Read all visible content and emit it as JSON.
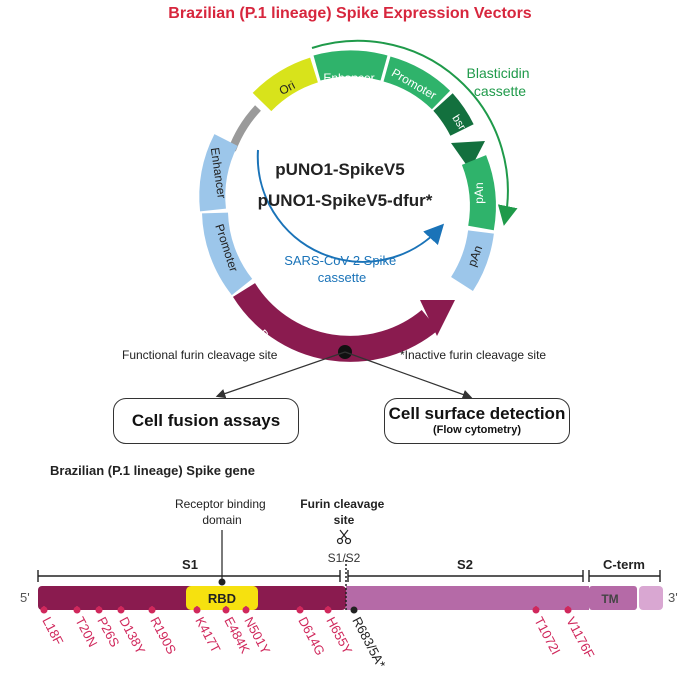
{
  "title": "Brazilian (P.1 lineage) Spike Expression Vectors",
  "colors": {
    "title": "#d7263d",
    "spike_gene": "#8a1b4f",
    "spike_s2": "#b56aa7",
    "rbd": "#f6e10f",
    "ori": "#d8e31b",
    "green_mid": "#2fb36b",
    "green_dark": "#13703e",
    "blue_segment": "#9cc6ea",
    "blue_arrow": "#1a73b8",
    "green_arrow": "#1f9a4a",
    "mutation": "#d0285c",
    "backbone": "#9a9a9a"
  },
  "plasmid": {
    "names": [
      "pUNO1-SpikeV5",
      "pUNO1-SpikeV5-dfur*"
    ],
    "segments": [
      "Ori",
      "Enhancer",
      "Promoter",
      "bsr",
      "pAn",
      "pAn",
      "Brazilian (P.1 lineage) Spike gene",
      "Promoter",
      "Enhancer"
    ],
    "blasticidin_label": [
      "Blasticidin",
      "cassette"
    ],
    "spike_cassette_label": [
      "SARS-CoV-2 Spike",
      "cassette"
    ],
    "functional_label": "Functional furin cleavage site",
    "inactive_label": "*Inactive furin cleavage site"
  },
  "boxes": {
    "fusion": "Cell fusion assays",
    "surface": "Cell surface detection",
    "surface_sub": "(Flow cytometry)"
  },
  "gene": {
    "title": "Brazilian (P.1 lineage) Spike gene",
    "rbd_label": [
      "Receptor binding",
      "domain"
    ],
    "furin_label": [
      "Furin cleavage",
      "site"
    ],
    "s1s2": "S1/S2",
    "regions": [
      "S1",
      "S2",
      "C-term"
    ],
    "rbd": "RBD",
    "tm": "TM",
    "end5": "5'",
    "end3": "3'",
    "mutations": [
      "L18F",
      "T20N",
      "P26S",
      "D138Y",
      "R190S",
      "K417T",
      "E484K",
      "N501Y",
      "D614G",
      "H655Y",
      "R683/5A*",
      "T1072I",
      "V1176F"
    ]
  }
}
